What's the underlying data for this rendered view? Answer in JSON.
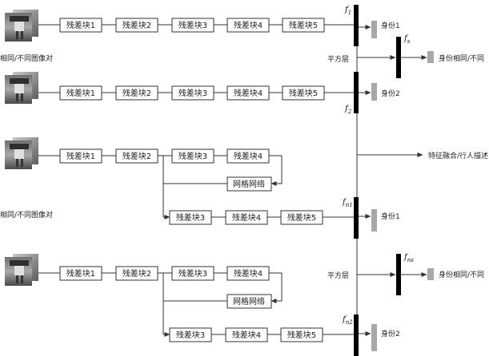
{
  "labels": {
    "residual_block_1": "残差块1",
    "residual_block_2": "残差块2",
    "residual_block_3": "残差块3",
    "residual_block_4": "残差块4",
    "residual_block_5": "残差块5",
    "grid_network": "网格网络",
    "square_layer": "平方层",
    "identity_1": "身份1",
    "identity_2": "身份2",
    "identity_same_diff": "身份相同/不同",
    "image_pair": "相同/不同图像对",
    "feature_fusion": "特征融合/行人描述"
  },
  "features": {
    "f": "f",
    "f1_sub": "1",
    "f2_sub": "2",
    "fs_sub": "s",
    "fn1_sub": "n1",
    "fn2_sub": "n2",
    "fns_sub": "ns"
  },
  "colors": {
    "block_border": "#333333",
    "feature_bar": "#000000",
    "output_bar": "#a8a8a8"
  }
}
